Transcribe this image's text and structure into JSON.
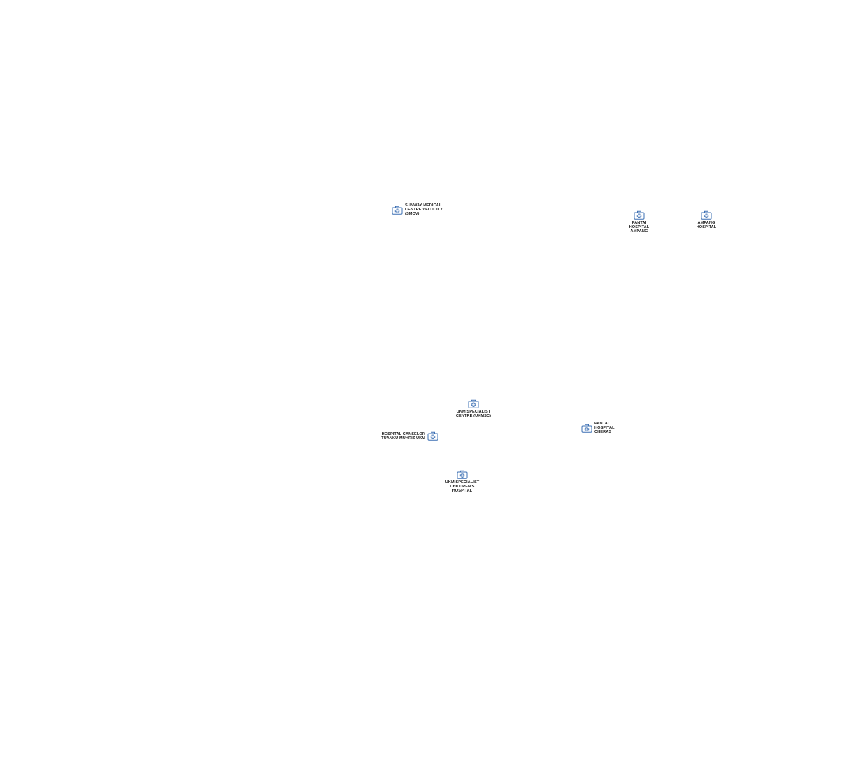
{
  "map": {
    "icon_color": "#3b6fb3",
    "hospitals": [
      {
        "name": "SUNWAY MEDICAL\nCENTRE VELOCITY\n(SMCV)",
        "icon": "medical-bag-icon"
      },
      {
        "name": "PANTAI\nHOSPITAL\nAMPANG",
        "icon": "medical-bag-icon"
      },
      {
        "name": "AMPANG\nHOSPITAL",
        "icon": "medical-bag-icon"
      },
      {
        "name": "UKM SPECIALIST\nCENTRE (UKMSC)",
        "icon": "medical-bag-icon"
      },
      {
        "name": "PANTAI\nHOSPITAL\nCHERAS",
        "icon": "medical-bag-icon"
      },
      {
        "name": "HOSPITAL CANSELOR\nTUANKU MUHRIZ UKM",
        "icon": "medical-bag-icon"
      },
      {
        "name": "UKM SPECIALIST\nCHILDREN'S\nHOSPITAL",
        "icon": "medical-bag-icon"
      }
    ]
  }
}
